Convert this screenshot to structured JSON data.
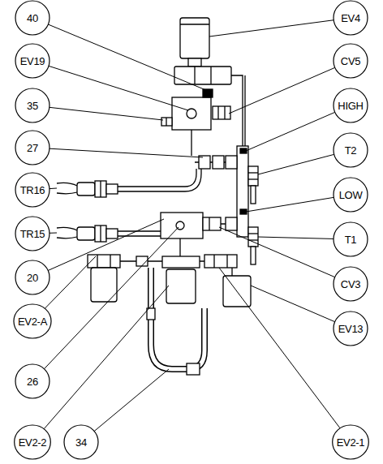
{
  "diagram": {
    "labels": [
      "40",
      "EV19",
      "35",
      "27",
      "TR16",
      "TR15",
      "20",
      "EV2-A",
      "26",
      "EV2-2",
      "34",
      "EV4",
      "CV5",
      "HIGH",
      "T2",
      "LOW",
      "T1",
      "CV3",
      "EV13",
      "EV2-1"
    ]
  }
}
